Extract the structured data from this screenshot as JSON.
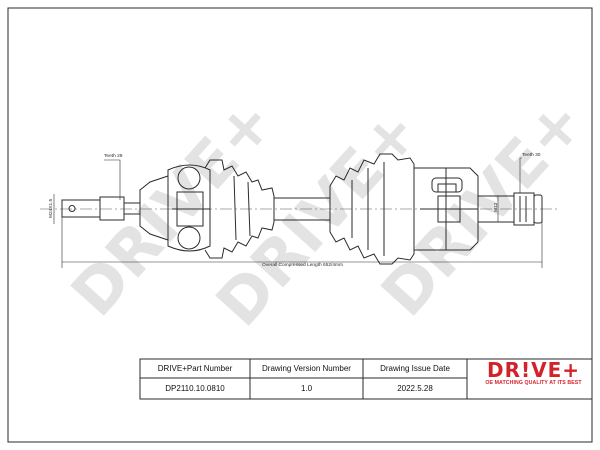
{
  "drawing": {
    "teeth_left": "Teeth 29",
    "teeth_right": "Teeth 30",
    "diameter_left": "M24X1.5",
    "diameter_right": "M12",
    "length_label": "Overall Compressed Length 652/4mm"
  },
  "watermark": {
    "text": "DRIVE+"
  },
  "title_block": {
    "headers": {
      "part_number": "DRIVE+Part Number",
      "version": "Drawing Version Number",
      "issue_date": "Drawing Issue Date"
    },
    "values": {
      "part_number": "DP2110.10.0810",
      "version": "1.0",
      "issue_date": "2022.5.28"
    }
  },
  "logo": {
    "text": "DR!VE+",
    "tagline": "OE MATCHING QUALITY AT ITS BEST",
    "color": "#d2232a"
  },
  "colors": {
    "line": "#2b2b2b",
    "watermark": "#e3e3e3"
  }
}
